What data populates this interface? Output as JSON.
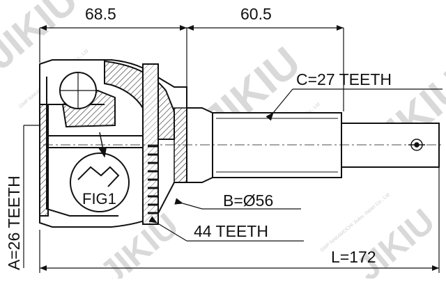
{
  "dimensions": {
    "width_left": "68.5",
    "width_right": "60.5",
    "total_length": "L=172"
  },
  "callouts": {
    "spline_outer": "C=27 TEETH",
    "abs_ring_diameter": "B=Ø56",
    "abs_ring_teeth": "44 TEETH",
    "spline_inner": "A=26 TEETH"
  },
  "figure_label": "FIG1",
  "watermark": {
    "brand": "JIKIU",
    "line": "GMP NAKAMOCHI Jiukiu Japan Co., Ltd"
  },
  "colors": {
    "line": "#111111",
    "watermark": "#d9d9d9",
    "background": "#ffffff"
  }
}
